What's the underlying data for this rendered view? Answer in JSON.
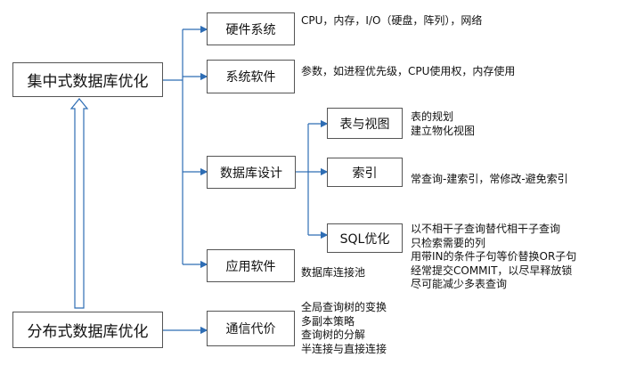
{
  "colors": {
    "connector": "#2e6db4",
    "border": "#555555"
  },
  "root": {
    "centralized": "集中式数据库优化",
    "distributed": "分布式数据库优化"
  },
  "branches": {
    "hardware": {
      "label": "硬件系统",
      "note": "CPU，内存，I/O（硬盘，阵列），网络"
    },
    "software": {
      "label": "系统软件",
      "note": "参数，如进程优先级，CPU使用权，内存使用"
    },
    "db_design": {
      "label": "数据库设计",
      "children": {
        "tables": {
          "label": "表与视图",
          "notes": [
            "表的规划",
            "建立物化视图"
          ]
        },
        "index": {
          "label": "索引",
          "notes": [
            "常查询-建索引，常修改-避免索引"
          ]
        },
        "sql": {
          "label": "SQL优化",
          "notes": [
            "以不相干子查询替代相干子查询",
            "只检索需要的列",
            "用带IN的条件子句等价替换OR子句",
            "经常提交COMMIT，以尽早释放锁",
            "尽可能减少多表查询"
          ]
        }
      }
    },
    "app": {
      "label": "应用软件",
      "note": "数据库连接池"
    },
    "comm": {
      "label": "通信代价",
      "notes": [
        "全局查询树的变换",
        "多副本策略",
        "查询树的分解",
        "半连接与直接连接"
      ]
    }
  }
}
